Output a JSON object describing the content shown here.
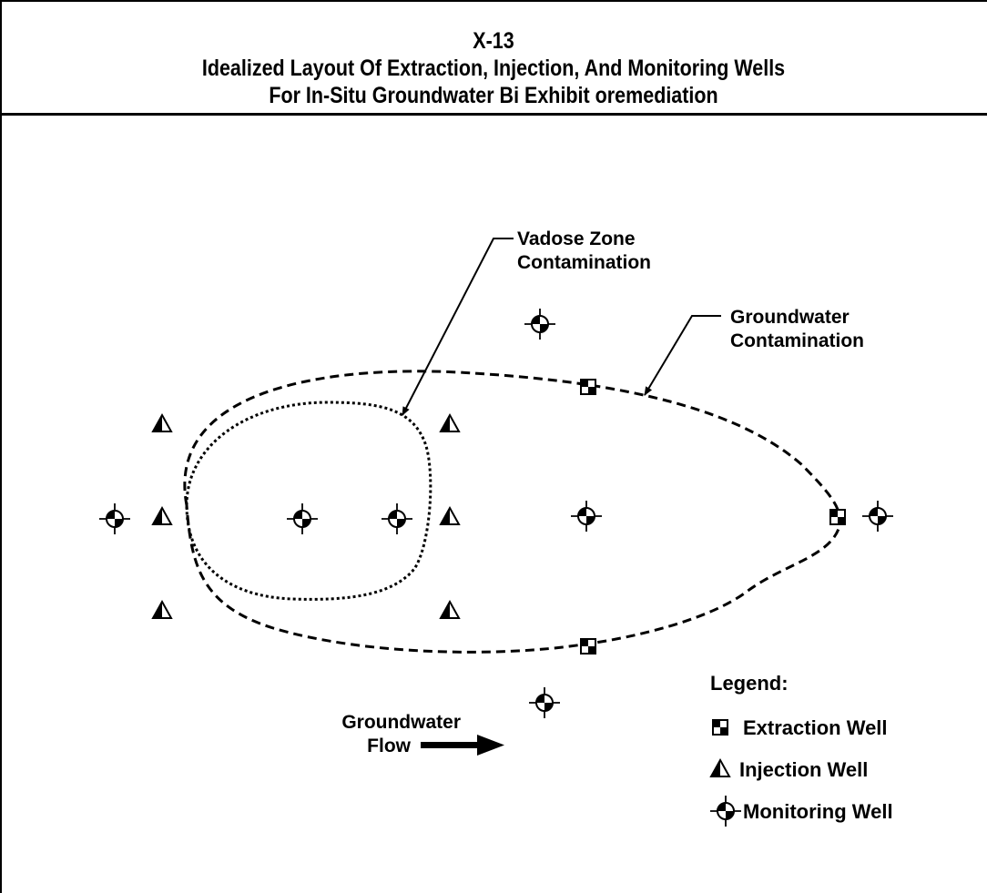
{
  "figure": {
    "number": "X-13",
    "title_line1": "Idealized Layout Of Extraction, Injection, And Monitoring Wells",
    "title_line2": "For In-Situ Groundwater Bi Exhibit oremediation"
  },
  "labels": {
    "vadose_line1": "Vadose Zone",
    "vadose_line2": "Contamination",
    "groundwater_line1": "Groundwater",
    "groundwater_line2": "Contamination",
    "flow_line1": "Groundwater",
    "flow_line2": "Flow"
  },
  "legend": {
    "title": "Legend:",
    "items": [
      {
        "symbol": "extraction-well-icon",
        "label": "Extraction Well"
      },
      {
        "symbol": "injection-well-icon",
        "label": "Injection Well"
      },
      {
        "symbol": "monitoring-well-icon",
        "label": "Monitoring Well"
      }
    ]
  },
  "colors": {
    "ink": "#000000",
    "background": "#ffffff"
  }
}
